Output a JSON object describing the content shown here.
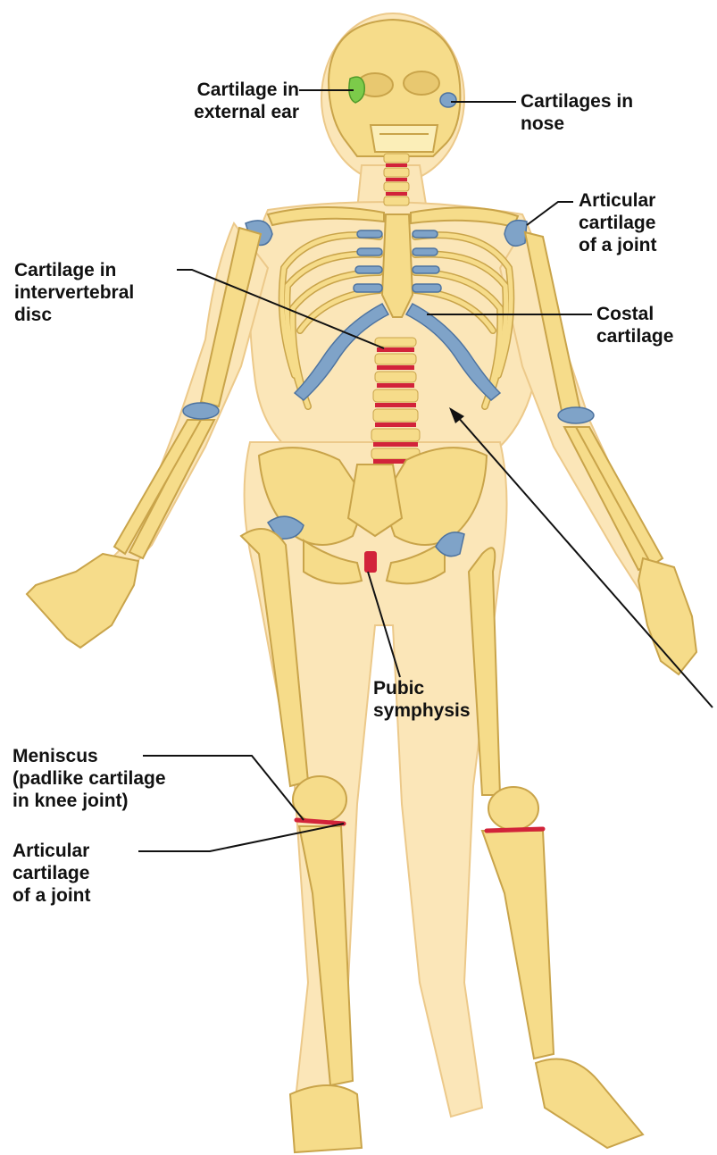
{
  "colors": {
    "skin": "#fbe6b8",
    "skin_outline": "#ecc98a",
    "bone": "#f6dc8a",
    "bone_outline": "#c9a44a",
    "hyaline_cartilage": "#7fa3c8",
    "elastic_cartilage": "#7ccb4a",
    "fibrocartilage": "#d2233a",
    "leader_line": "#111111"
  },
  "labels": {
    "ear": [
      "Cartilage in",
      "external ear"
    ],
    "nose": [
      "Cartilages in",
      "nose"
    ],
    "articular_shoulder": [
      "Articular",
      "cartilage",
      "of a joint"
    ],
    "intervertebral": [
      "Cartilage in",
      "intervertebral",
      "disc"
    ],
    "costal": [
      "Costal",
      "cartilage"
    ],
    "pubic": [
      "Pubic",
      "symphysis"
    ],
    "meniscus": [
      "Meniscus",
      "(padlike cartilage",
      "in knee joint)"
    ],
    "articular_knee": [
      "Articular",
      "cartilage",
      "of a joint"
    ]
  }
}
